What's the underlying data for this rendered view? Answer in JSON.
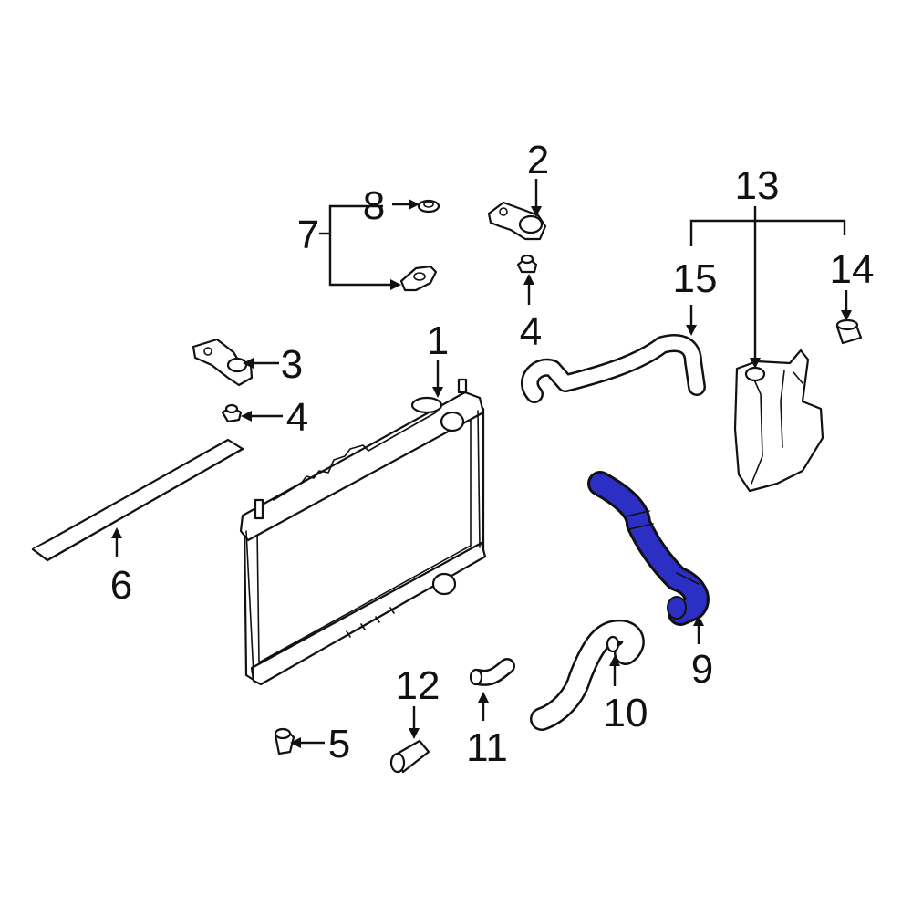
{
  "callouts": [
    {
      "id": "1",
      "label": "1"
    },
    {
      "id": "2",
      "label": "2"
    },
    {
      "id": "3",
      "label": "3"
    },
    {
      "id": "4a",
      "label": "4"
    },
    {
      "id": "4b",
      "label": "4"
    },
    {
      "id": "5",
      "label": "5"
    },
    {
      "id": "6",
      "label": "6"
    },
    {
      "id": "7",
      "label": "7"
    },
    {
      "id": "8",
      "label": "8"
    },
    {
      "id": "9",
      "label": "9"
    },
    {
      "id": "10",
      "label": "10"
    },
    {
      "id": "11",
      "label": "11"
    },
    {
      "id": "12",
      "label": "12"
    },
    {
      "id": "13",
      "label": "13"
    },
    {
      "id": "14",
      "label": "14"
    },
    {
      "id": "15",
      "label": "15"
    }
  ],
  "colors": {
    "highlight": "#2b2fc4",
    "line": "#111111",
    "background": "#ffffff"
  }
}
